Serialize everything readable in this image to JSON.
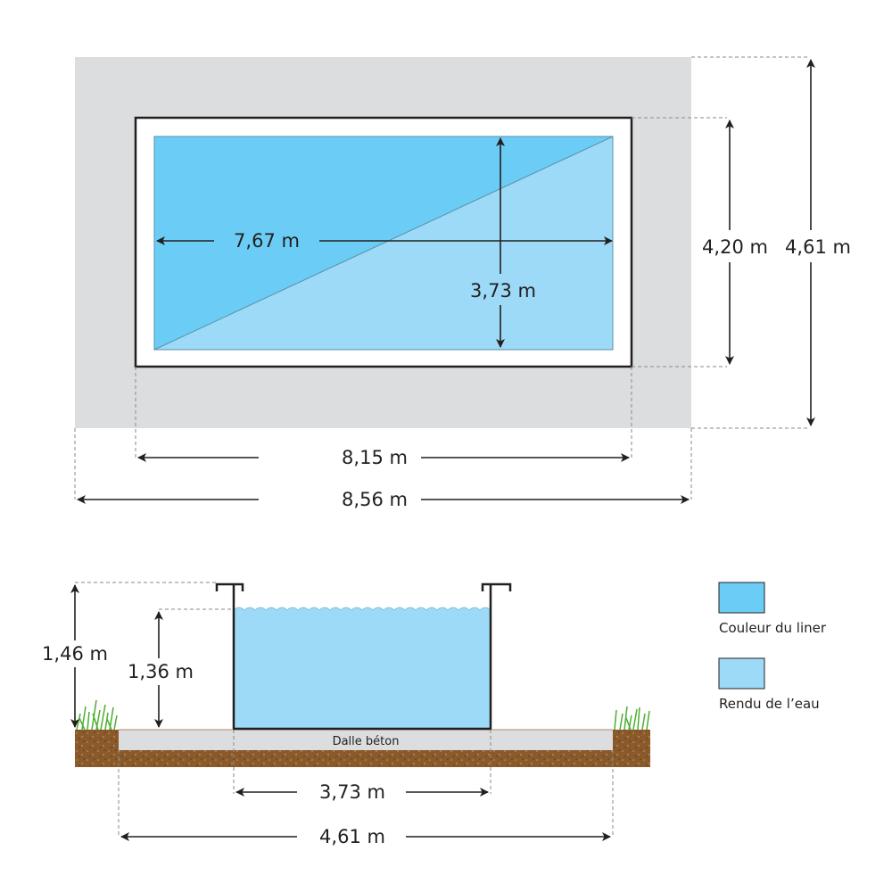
{
  "colors": {
    "surround": "#dcdddf",
    "frame_border": "#231f20",
    "liner": "#6bcdf5",
    "water": "#9cdaf7",
    "slab": "#dcdddf",
    "soil": "#8b5a2b",
    "grass": "#5cbf3a"
  },
  "top_view": {
    "pool_length_label": "7,67 m",
    "pool_width_label": "3,73 m",
    "frame_height_label": "4,20 m",
    "total_height_label": "4,61 m",
    "frame_length_label": "8,15 m",
    "total_length_label": "8,56 m"
  },
  "side_view": {
    "total_height_label": "1,46 m",
    "water_height_label": "1,36 m",
    "slab_label": "Dalle béton",
    "pool_width_label": "3,73 m",
    "slab_width_label": "4,61 m"
  },
  "legend": {
    "items": [
      {
        "label": "Couleur du liner",
        "color": "#6bcdf5"
      },
      {
        "label": "Rendu de l’eau",
        "color": "#9cdaf7"
      }
    ]
  }
}
